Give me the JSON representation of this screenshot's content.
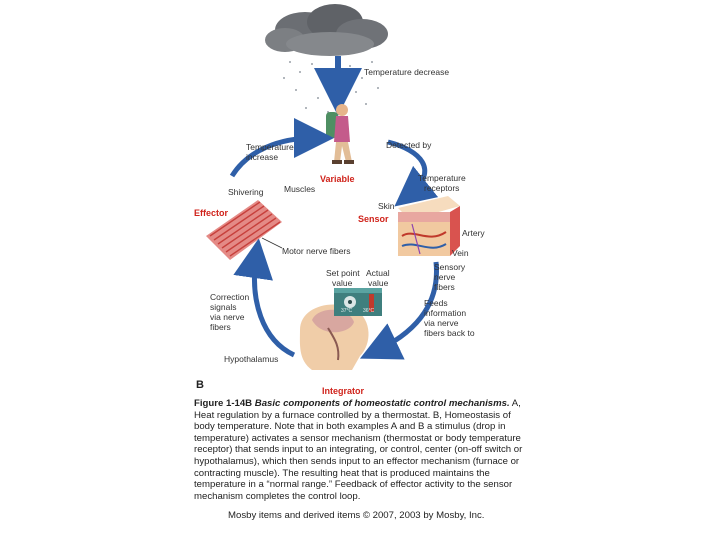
{
  "labels": {
    "temperature_decrease": "Temperature decrease",
    "temperature_increase_1": "Temperature",
    "temperature_increase_2": "increase",
    "detected_by": "Detected by",
    "variable": "Variable",
    "temperature_receptors_1": "Temperature",
    "temperature_receptors_2": "receptors",
    "shivering": "Shivering",
    "muscles": "Muscles",
    "skin": "Skin",
    "effector": "Effector",
    "sensor": "Sensor",
    "artery": "Artery",
    "motor_nerve_fibers": "Motor nerve fibers",
    "vein": "Vein",
    "set_point_value_1": "Set point",
    "set_point_value_2": "value",
    "actual_value_1": "Actual",
    "actual_value_2": "value",
    "sensory_nerve_fibers_1": "Sensory",
    "sensory_nerve_fibers_2": "nerve",
    "sensory_nerve_fibers_3": "fibers",
    "correction_1": "Correction",
    "correction_2": "signals",
    "correction_3": "via nerve",
    "correction_4": "fibers",
    "feeds_1": "Feeds",
    "feeds_2": "information",
    "feeds_3": "via nerve",
    "feeds_4": "fibers back to",
    "hypothalamus": "Hypothalamus",
    "integrator": "Integrator",
    "panel_letter": "B",
    "dial_left": "37°C",
    "dial_right": "36°C"
  },
  "caption": {
    "title": "Figure 1-14B",
    "subtitle": "Basic components of homeostatic control mechanisms.",
    "body": "A, Heat regulation by a furnace controlled by a thermostat. B, Homeostasis of body temperature. Note that in both examples A and B a stimulus (drop in temperature) activates a sensor mechanism (thermostat or body temperature receptor) that sends input to an integrating, or control, center (on-off switch or hypothalamus), which then sends input to an effector mechanism (furnace or contracting muscle). The resulting heat that is produced maintains the temperature in a “normal range.” Feedback of effector activity to the sensor mechanism completes the control loop."
  },
  "credit": "Mosby items and derived items © 2007, 2003 by Mosby, Inc.",
  "colors": {
    "arrow": "#2f5fa8",
    "label_red": "#d0241c",
    "skin": "#f1c9a0",
    "muscle": "#d9534f"
  }
}
